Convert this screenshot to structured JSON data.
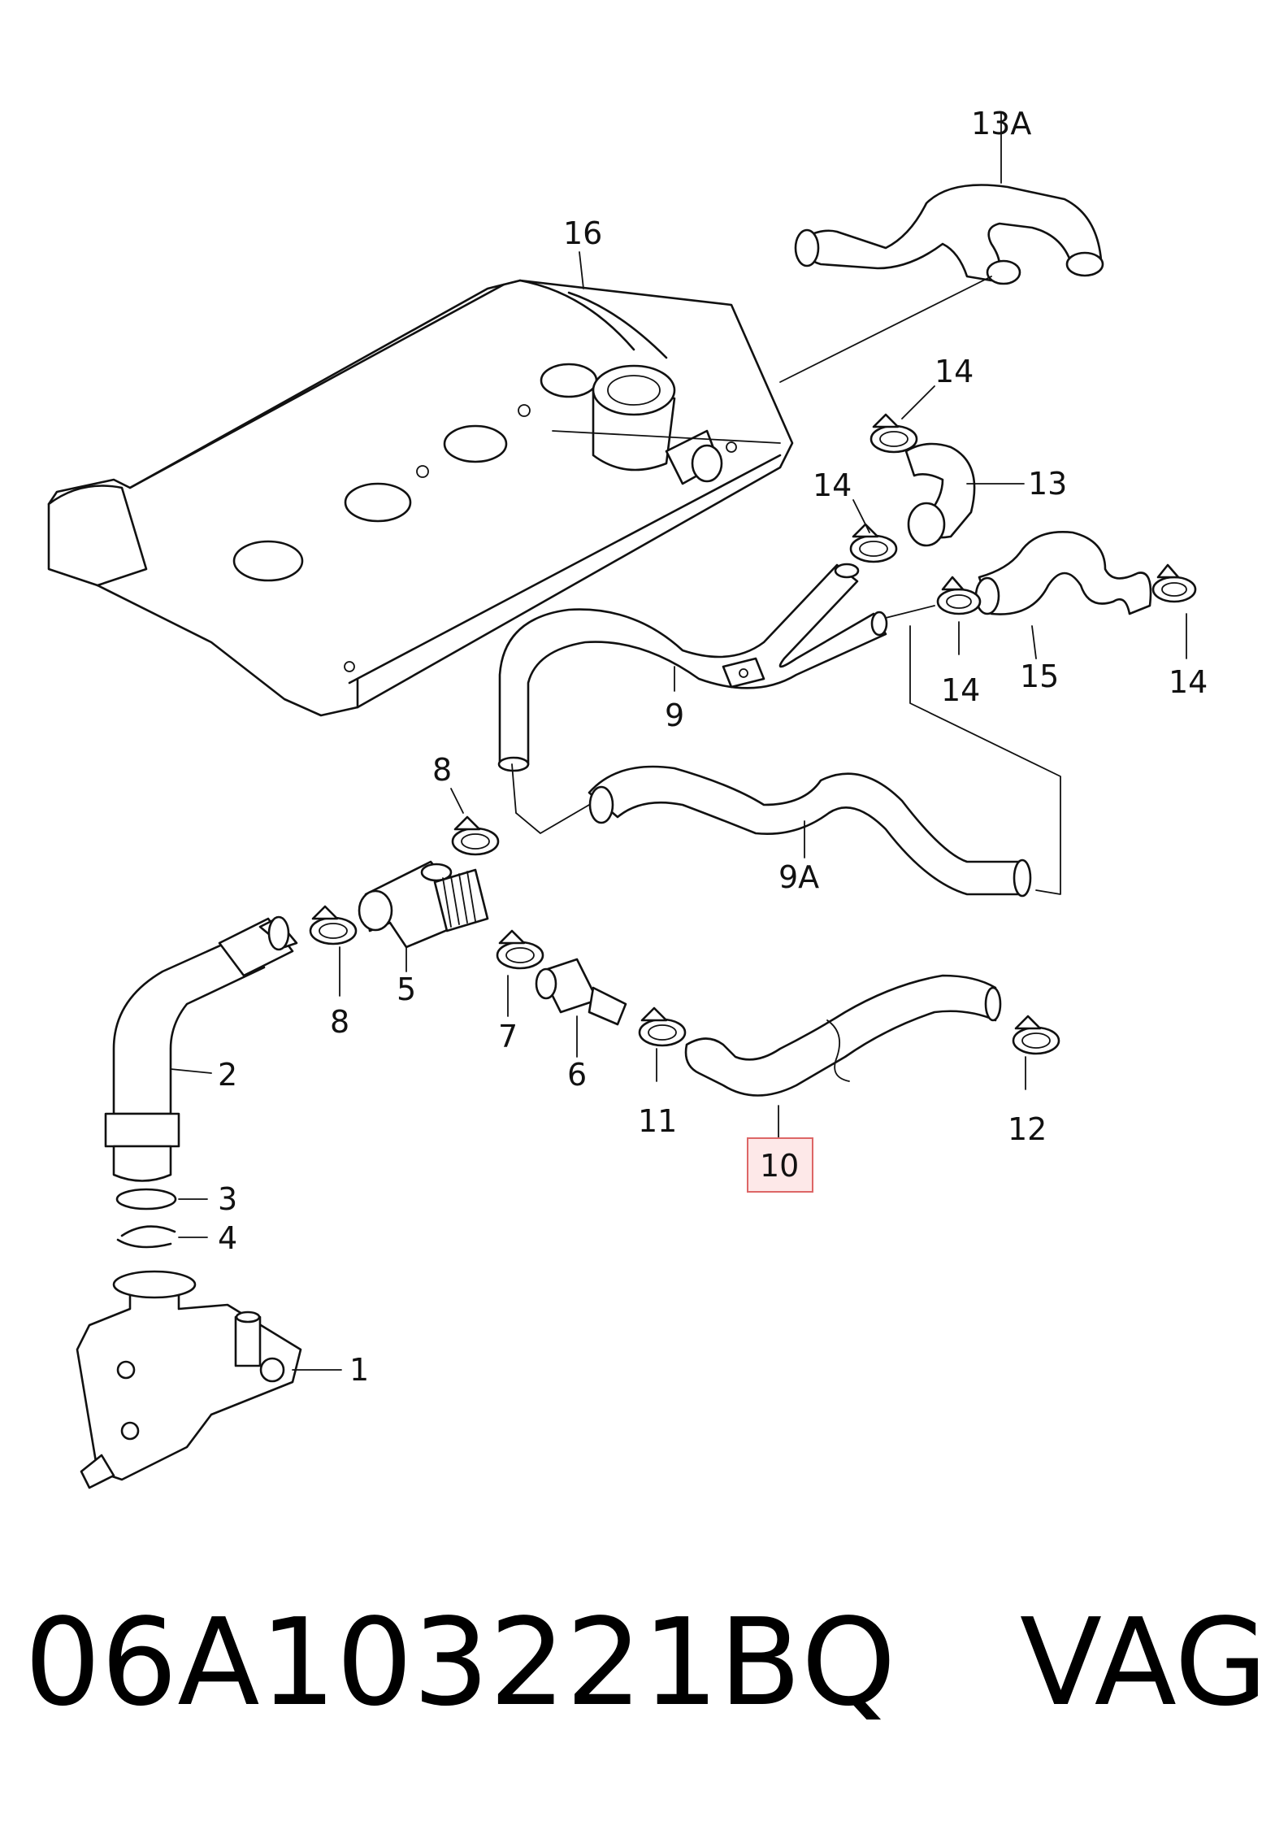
{
  "labels": {
    "l1": "1",
    "l2": "2",
    "l3": "3",
    "l4": "4",
    "l5": "5",
    "l6": "6",
    "l7": "7",
    "l8a": "8",
    "l8b": "8",
    "l9": "9",
    "l9a": "9A",
    "l10": "10",
    "l11": "11",
    "l12": "12",
    "l13": "13",
    "l13a": "13A",
    "l14a": "14",
    "l14b": "14",
    "l14c": "14",
    "l14d": "14",
    "l15": "15",
    "l16": "16"
  },
  "highlight": {
    "color": "#d66",
    "label": "10"
  },
  "footer": {
    "part_number": "06A103221BQ",
    "brand": "VAG"
  }
}
